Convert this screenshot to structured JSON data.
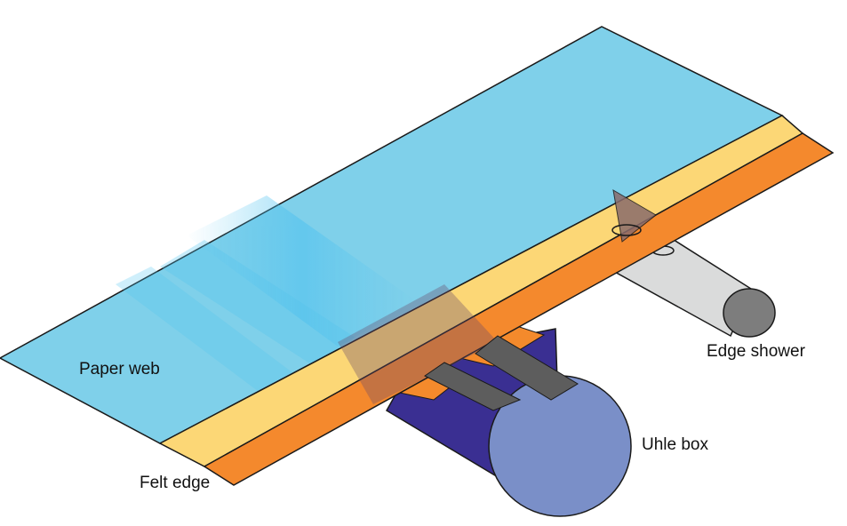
{
  "labels": {
    "paper_web": "Paper web",
    "felt_edge": "Felt edge",
    "uhle_box": "Uhle box",
    "edge_shower": "Edge shower"
  },
  "colors": {
    "paper_web": "#7fd0ea",
    "felt_band": "#fcd776",
    "felt_edge": "#f4892d",
    "uhle_box_side": "#3a2f92",
    "uhle_box_end": "#7a8fc8",
    "edge_shower_body": "#d9dada",
    "edge_shower_end": "#7d7d7d",
    "blades": "#5d5d5d"
  }
}
